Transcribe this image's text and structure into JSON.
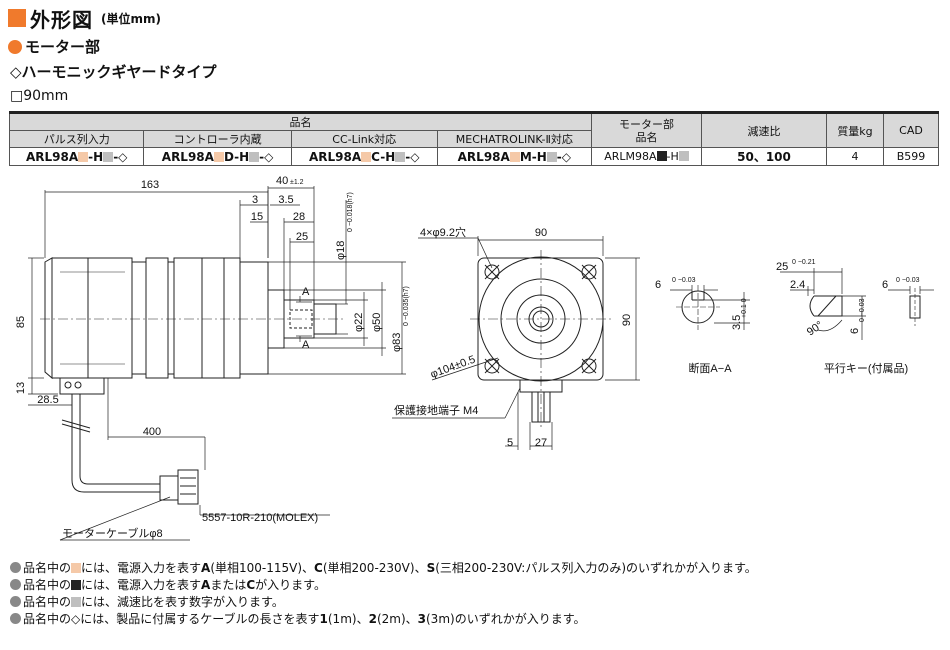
{
  "header": {
    "title": "外形図",
    "unit": "(単位mm)",
    "section": "モーター部",
    "subsection": "◇ハーモニックギヤードタイプ",
    "size": "□90mm"
  },
  "colors": {
    "accent": "#f07a2c",
    "swatch_orange": "#f5c9a8",
    "swatch_gray": "#bfbfbf",
    "swatch_black": "#222222",
    "header_bg": "#d9d9d9"
  },
  "table": {
    "group_header": "品名",
    "columns": [
      "パルス列入力",
      "コントローラ内蔵",
      "CC-Link対応",
      "MECHATROLINK-Ⅱ対応"
    ],
    "motor_header_line1": "モーター部",
    "motor_header_line2": "品名",
    "ratio_header": "減速比",
    "mass_header": "質量kg",
    "cad_header": "CAD",
    "row": {
      "c1_a": "ARL98A",
      "c1_b": "-H",
      "c1_c": "-◇",
      "c2_a": "ARL98A",
      "c2_b": "D-H",
      "c2_c": "-◇",
      "c3_a": "ARL98A",
      "c3_b": "C-H",
      "c3_c": "-◇",
      "c4_a": "ARL98A",
      "c4_b": "M-H",
      "c4_c": "-◇",
      "motor_a": "ARLM98A",
      "motor_b": "-H",
      "ratio": "50、100",
      "mass": "4",
      "cad": "B599"
    }
  },
  "drawing": {
    "side": {
      "d163": "163",
      "d40": "40",
      "d40_tol": "±1.2",
      "d3": "3",
      "d3_5": "3.5",
      "d15": "15",
      "d28": "28",
      "d25": "25",
      "d85": "85",
      "d13": "13",
      "d28_5": "28.5",
      "d400": "400",
      "phi18": "φ18",
      "phi18_tol": "0 −0.018(h7)",
      "phi22": "φ22",
      "phi50": "φ50",
      "phi83": "φ83",
      "phi83_tol": "0 −0.035(h7)",
      "sec_a": "A",
      "connector": "5557-10R-210(MOLEX)",
      "cable": "モーターケーブルφ8"
    },
    "front": {
      "holes": "4×φ9.2穴",
      "d90_top": "90",
      "d90_right": "90",
      "phi104": "φ104±0.5",
      "earth": "保護接地端子 M4",
      "d5": "5",
      "d27": "27"
    },
    "section_aa": {
      "d6": "6",
      "d6_tol": "0 −0.03",
      "d3_5": "3.5",
      "d3_5_tol": "+0.1 0",
      "label": "断面A−A"
    },
    "key": {
      "d25": "25",
      "d25_tol": "0 −0.21",
      "d2_4": "2.4",
      "d90": "90°",
      "d6_top": "6",
      "d6_top_tol": "0 −0.03",
      "d6_side": "6",
      "d6_side_tol": "0 −0.03",
      "label": "平行キー(付属品)"
    }
  },
  "notes": {
    "n1_a": "品名中の",
    "n1_b": "には、電源入力を表す",
    "n1_c": "A",
    "n1_d": "(単相100-115V)、",
    "n1_e": "C",
    "n1_f": "(単相200-230V)、",
    "n1_g": "S",
    "n1_h": "(三相200-230V:パルス列入力のみ)のいずれかが入ります。",
    "n2_a": "品名中の",
    "n2_b": "には、電源入力を表す",
    "n2_c": "A",
    "n2_d": "または",
    "n2_e": "C",
    "n2_f": "が入ります。",
    "n3_a": "品名中の",
    "n3_b": "には、減速比を表す数字が入ります。",
    "n4_a": "品名中の◇には、製品に付属するケーブルの長さを表す",
    "n4_b": "1",
    "n4_c": "(1m)、",
    "n4_d": "2",
    "n4_e": "(2m)、",
    "n4_f": "3",
    "n4_g": "(3m)のいずれかが入ります。"
  }
}
